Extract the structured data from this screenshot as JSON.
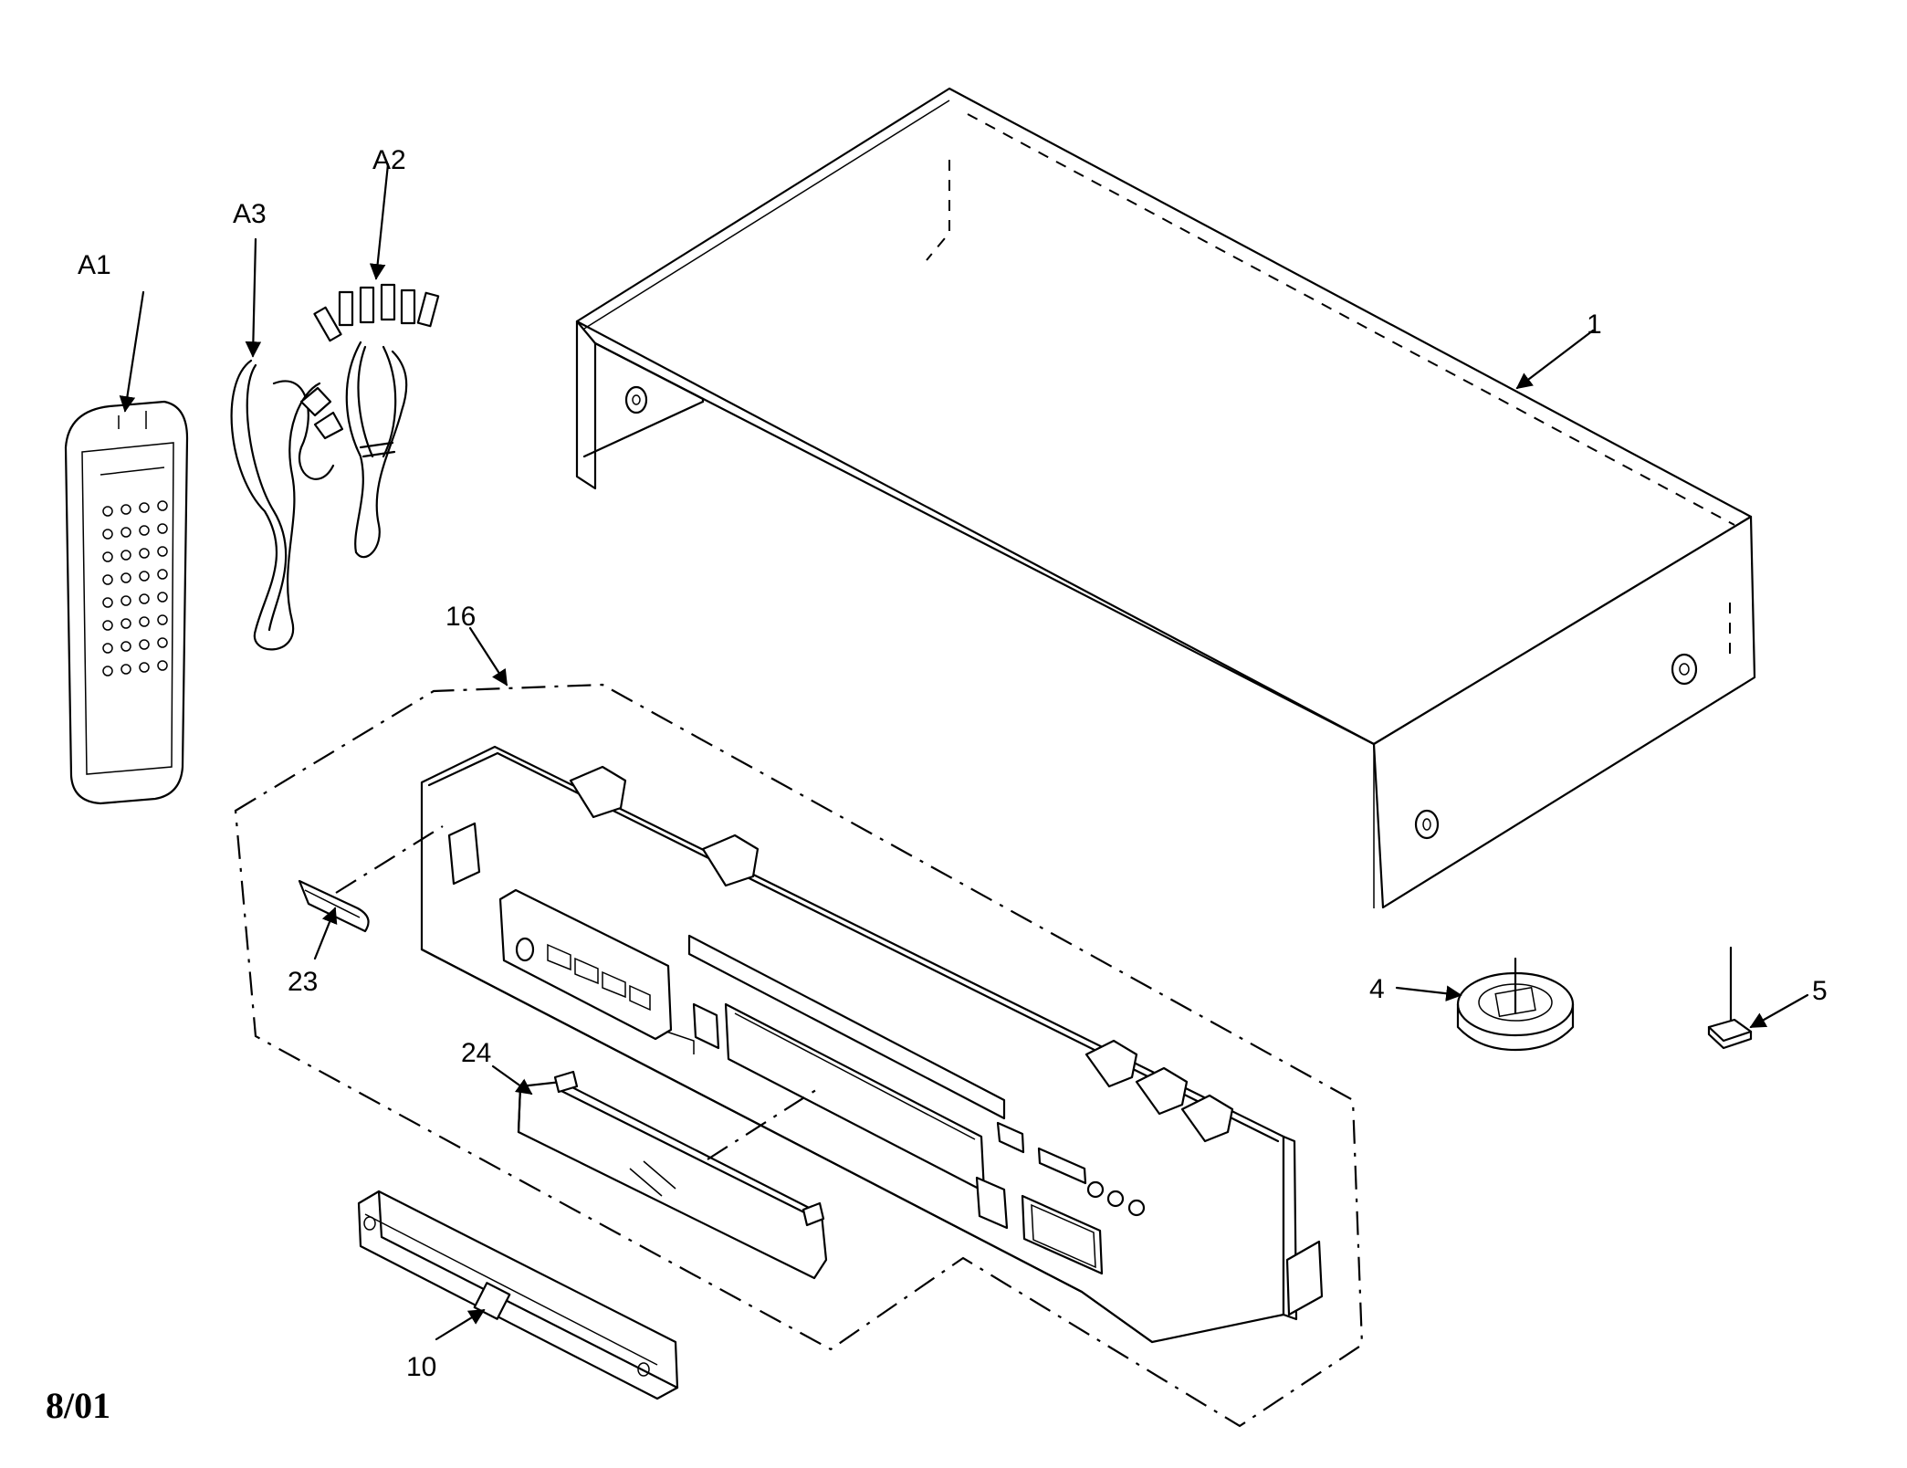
{
  "parts": {
    "a1": "A1",
    "a2": "A2",
    "a3": "A3",
    "p1": "1",
    "p4": "4",
    "p5": "5",
    "p10": "10",
    "p16": "16",
    "p23": "23",
    "p24": "24"
  },
  "footer": {
    "date": "8/01"
  }
}
